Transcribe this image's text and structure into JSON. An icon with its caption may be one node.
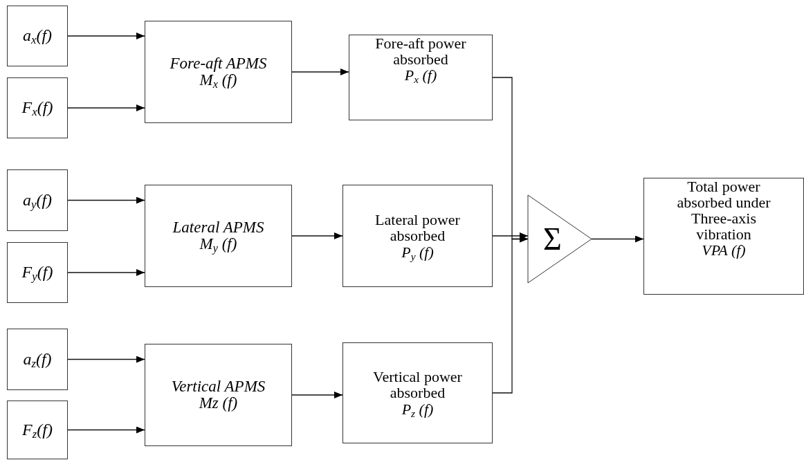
{
  "diagram": {
    "nodes": [
      {
        "text": [
          "a$_{x}$(f)"
        ]
      },
      {
        "text": [
          "F$_{x}$(f)"
        ]
      },
      {
        "text": [
          "Fore-aft APMS",
          "M$_{x}$ (f)"
        ]
      },
      {
        "text": [
          "Fore-aft power absorbed",
          "P$_{x}$ (f)"
        ]
      },
      {
        "text": [
          "a$_{y}$(f)"
        ]
      },
      {
        "text": [
          "F$_{y}$(f)"
        ]
      },
      {
        "text": [
          "Lateral APMS",
          "M$_{y}$ (f)"
        ]
      },
      {
        "text": [
          "Lateral power absorbed",
          "P$_{y}$ (f)"
        ]
      },
      {
        "text": [
          "a$_{z}$(f)"
        ]
      },
      {
        "text": [
          "F$_{z}$(f)"
        ]
      },
      {
        "text": [
          "Vertical APMS",
          "Mz (f)"
        ]
      },
      {
        "text": [
          "Vertical power absorbed",
          "P$_{z}$ (f)"
        ]
      },
      {
        "text": [
          "Σ"
        ]
      },
      {
        "text": [
          "Total power absorbed under Three-axis vibration",
          "VPA (f)"
        ]
      }
    ],
    "edges": [
      {
        "from": 0,
        "to": 2,
        "arrow": "to"
      },
      {
        "from": 1,
        "to": 2,
        "arrow": "to"
      },
      {
        "from": 2,
        "to": 3,
        "arrow": "to"
      },
      {
        "from": 4,
        "to": 6,
        "arrow": "to"
      },
      {
        "from": 5,
        "to": 6,
        "arrow": "to"
      },
      {
        "from": 6,
        "to": 7,
        "arrow": "to"
      },
      {
        "from": 8,
        "to": 10,
        "arrow": "to"
      },
      {
        "from": 9,
        "to": 10,
        "arrow": "to"
      },
      {
        "from": 10,
        "to": 11,
        "arrow": "to"
      },
      {
        "from": 3,
        "to": 12,
        "arrow": "to"
      },
      {
        "from": 7,
        "to": 12,
        "arrow": "to"
      },
      {
        "from": 11,
        "to": 12,
        "arrow": "to"
      },
      {
        "from": 12,
        "to": 13,
        "arrow": "to"
      }
    ]
  }
}
